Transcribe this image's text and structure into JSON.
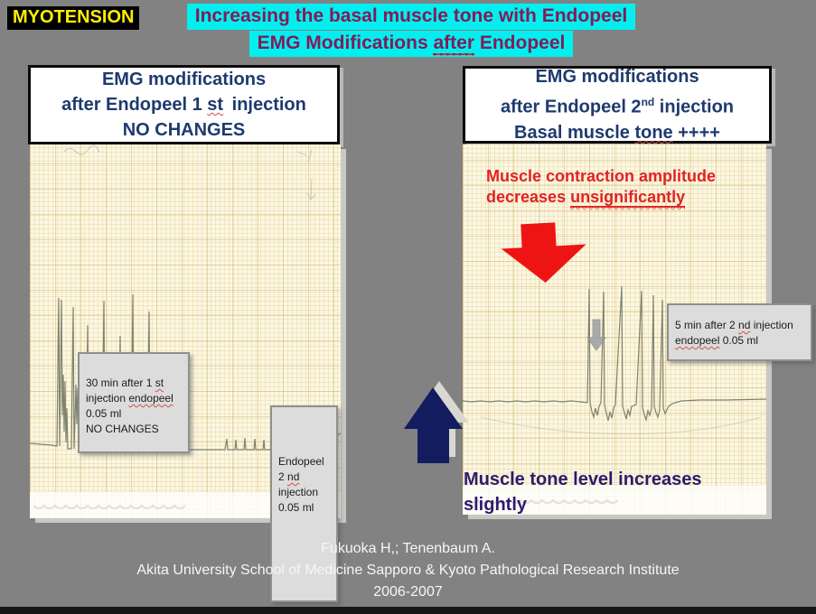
{
  "badge": {
    "label": "MYOTENSION"
  },
  "title": {
    "line1": "Increasing the basal muscle tone with Endopeel",
    "line2_pre": "EMG Modifications ",
    "line2_underlined": "after",
    "line2_post": " Endopeel"
  },
  "left_panel": {
    "header": {
      "line1": "EMG modifications",
      "line2_pre": "after Endopeel 1 ",
      "line2_wavy": "st",
      "line2_post": " injection",
      "line3": "NO CHANGES"
    },
    "label_box1": {
      "l1_pre": "30 min after 1 ",
      "l1_wavy": "st",
      "l2_pre": "injection ",
      "l2_wavy": "endopeel",
      "l3": "0.05 ml",
      "l4": "NO CHANGES"
    },
    "label_box2": {
      "l1": "Endopeel",
      "l2_pre": "2 ",
      "l2_wavy": "nd",
      "l3": "injection",
      "l4": "0.05 ml"
    }
  },
  "right_panel": {
    "header": {
      "line1": "EMG modifications",
      "line2_pre": "after Endopeel 2",
      "line2_sup": "nd",
      "line2_post": " injection",
      "line3_pre": "Basal muscle ",
      "line3_wavy": "tone",
      "line3_post": " ++++"
    },
    "red_note": {
      "line1": "Muscle contraction amplitude",
      "line2_pre": "decreases ",
      "line2_underlined": "unsignificantly"
    },
    "label_box": {
      "l1_pre": "5 min after 2 ",
      "l1_wavy": "nd",
      "l1_post": " injection",
      "l2_wavy": "endopeel",
      "l2_post": " 0.05 ml"
    },
    "tone_note": {
      "line1": "Muscle tone level increases",
      "line2": "slightly"
    }
  },
  "footer": {
    "line1": "Fukuoka H,; Tenenbaum A.",
    "line2": "Akita University School of Medicine Sapporo & Kyoto Pathological Research Institute",
    "line3": "2006-2007"
  },
  "colors": {
    "background": "#828282",
    "title_highlight": "#00f0f0",
    "title_text": "#841a58",
    "badge_text": "#ffef00",
    "header_text": "#1e3a6e",
    "red_note_text": "#e32222",
    "tone_note_text": "#2d1b70",
    "arrow_red": "#ee1414",
    "arrow_navy": "#121c5e",
    "paper": "#fbf7e2",
    "note_box_bg": "#dcdcdc"
  }
}
